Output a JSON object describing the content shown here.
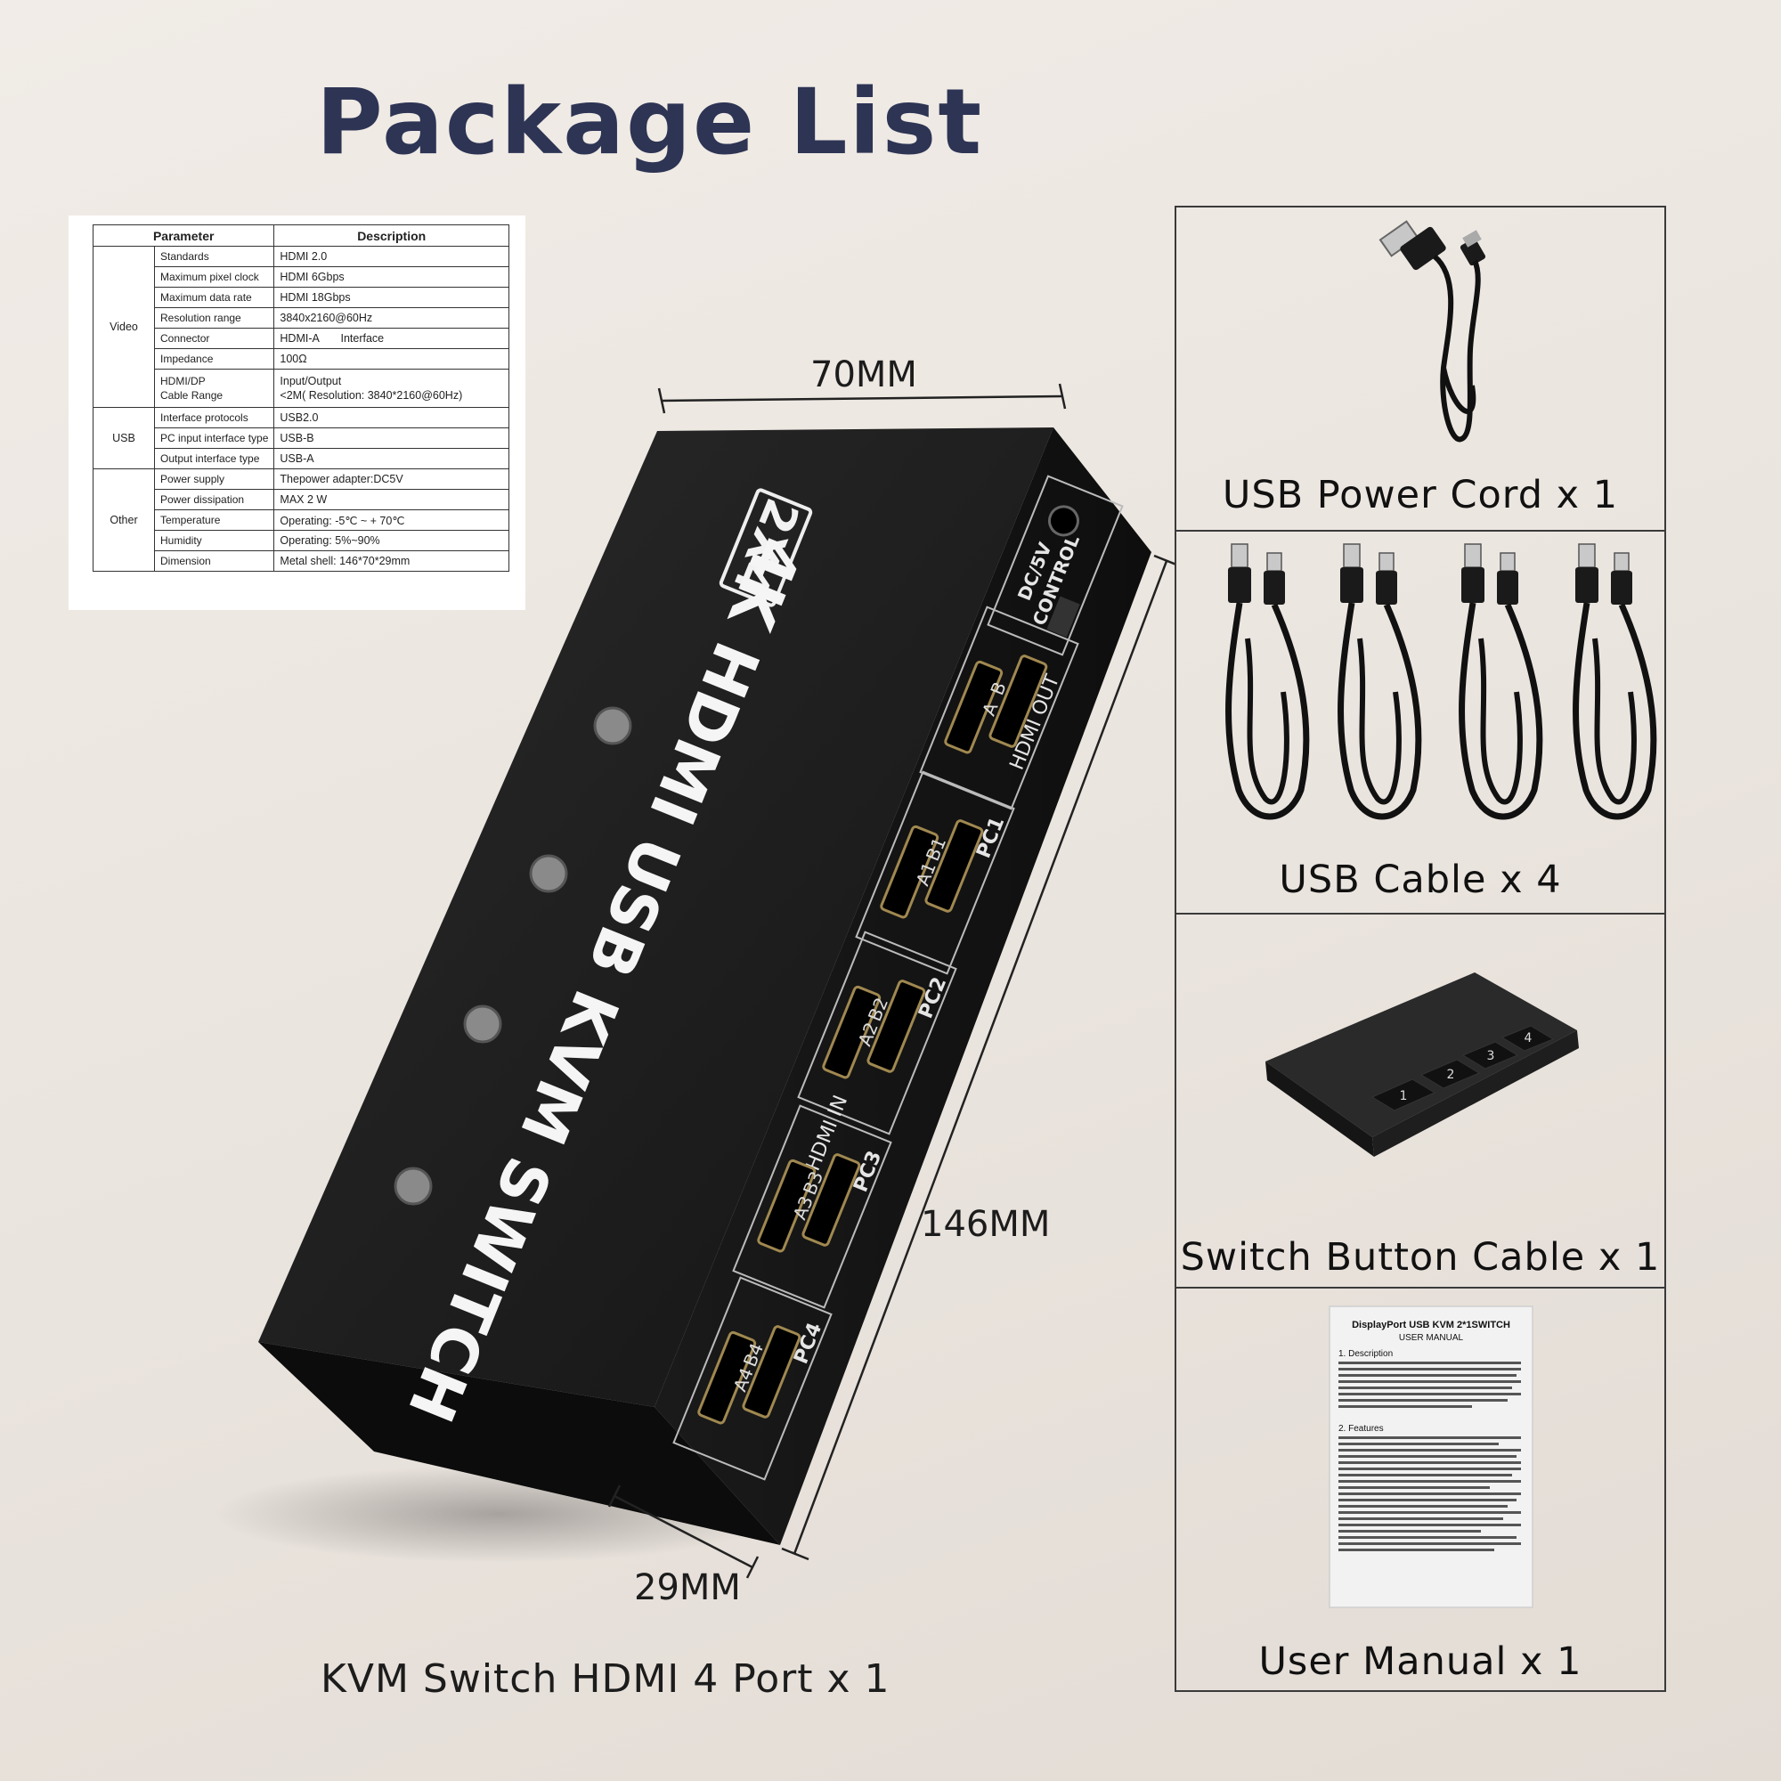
{
  "title": "Package List",
  "spec_table": {
    "header_parameter": "Parameter",
    "header_description": "Description",
    "groups": {
      "video": "Video",
      "usb": "USB",
      "other": "Other"
    },
    "rows": [
      {
        "param": "Standards",
        "desc": "HDMI 2.0"
      },
      {
        "param": "Maximum pixel clock",
        "desc": "HDMI 6Gbps"
      },
      {
        "param": "Maximum data rate",
        "desc": "HDMI 18Gbps"
      },
      {
        "param": "Resolution range",
        "desc": "3840x2160@60Hz"
      },
      {
        "param": "Connector",
        "desc": "HDMI-A       Interface"
      },
      {
        "param": "Impedance",
        "desc": "100Ω"
      },
      {
        "param": "HDMI/DP",
        "param2": "Cable Range",
        "desc": "Input/Output",
        "desc2": "<2M( Resolution: 3840*2160@60Hz)"
      },
      {
        "param": "Interface protocols",
        "desc": "USB2.0"
      },
      {
        "param": "PC input interface type",
        "desc": "USB-B"
      },
      {
        "param": "Output interface type",
        "desc": "USB-A"
      },
      {
        "param": "Power supply",
        "desc": "Thepower adapter:DC5V"
      },
      {
        "param": "Power dissipation",
        "desc": "MAX 2 W"
      },
      {
        "param": "Temperature",
        "desc": "Operating: -5℃ ~ + 70℃"
      },
      {
        "param": "Humidity",
        "desc": "Operating: 5%~90%"
      },
      {
        "param": "Dimension",
        "desc": "Metal shell: 146*70*29mm"
      }
    ]
  },
  "device": {
    "top_label": "4K HDMI  USB KVM SWITCH",
    "badge": "2X4",
    "control_label_1": "DC/5V",
    "control_label_2": "CONTROL",
    "hdmi_out_label": "HDMI OUT",
    "hdmi_in_label": "HDMI IN",
    "out_ports": [
      "A",
      "B"
    ],
    "pc_groups": [
      {
        "label": "PC1",
        "ports": [
          "A1",
          "B1"
        ]
      },
      {
        "label": "PC2",
        "ports": [
          "A2",
          "B2"
        ]
      },
      {
        "label": "PC3",
        "ports": [
          "A3",
          "B3"
        ]
      },
      {
        "label": "PC4",
        "ports": [
          "A4",
          "B4"
        ]
      }
    ],
    "dim_width": "70MM",
    "dim_length": "146MM",
    "dim_height": "29MM",
    "caption": "KVM Switch HDMI 4 Port x 1"
  },
  "accessories": [
    {
      "label": "USB Power Cord x 1",
      "icon": "usb-power-cord"
    },
    {
      "label": "USB Cable x 4",
      "icon": "usb-cable"
    },
    {
      "label": "Switch Button Cable x 1",
      "icon": "switch-button-pad"
    },
    {
      "label": "User Manual x 1",
      "icon": "user-manual"
    }
  ],
  "switch_pad_keys": [
    "1",
    "2",
    "3",
    "4"
  ],
  "manual": {
    "title": "DisplayPort USB KVM 2*1SWITCH",
    "subtitle": "USER MANUAL",
    "section1": "1. Description",
    "section2": "2. Features"
  },
  "colors": {
    "title": "#2d3454",
    "device_body": "#1c1c1c",
    "background": "#ede7e1"
  }
}
